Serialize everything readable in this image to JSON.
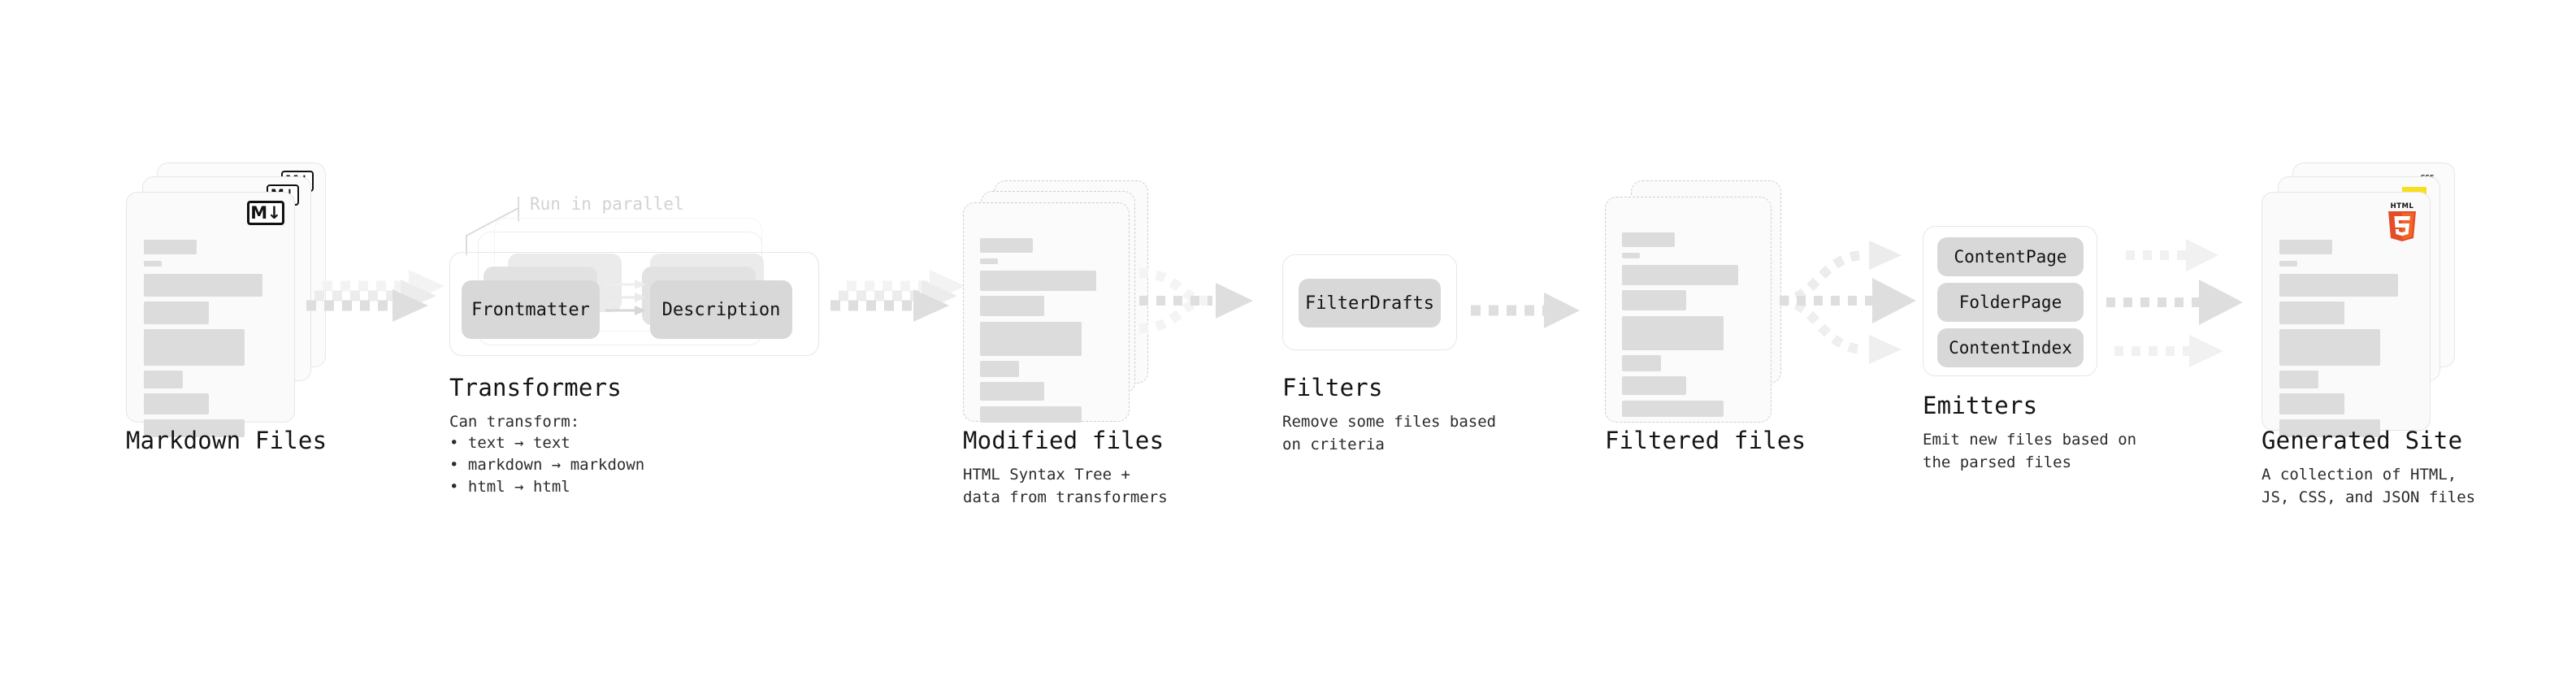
{
  "diagram": {
    "title": "Quartz content processing pipeline",
    "accent_colors": {
      "html5_orange": "#E44D26",
      "html5_orange_light": "#F16529",
      "css_blue": "#264DE4",
      "js_yellow": "#F7DF1E",
      "skeleton_gray": "#DCDCDC",
      "pill_gray": "#D8D8D8",
      "card_border": "#E6E6E6",
      "arrow_gray": "#D9D9D9"
    }
  },
  "stages": [
    {
      "id": "markdown-files",
      "title": "Markdown Files",
      "subtitle": "",
      "badge": "M↓",
      "badge_name": "markdown-icon",
      "card_count": 3,
      "card_style": "solid"
    },
    {
      "id": "transformers",
      "title": "Transformers",
      "subtitle": "Can transform:",
      "note": "Run in parallel",
      "plugins": [
        "Frontmatter",
        "Description"
      ],
      "bullets": [
        "text → text",
        "markdown → markdown",
        "html → html"
      ],
      "card_count": 3
    },
    {
      "id": "modified-files",
      "title": "Modified files",
      "subtitle": "HTML Syntax Tree +\ndata from transformers",
      "card_count": 3,
      "card_style": "dashed"
    },
    {
      "id": "filters",
      "title": "Filters",
      "subtitle": "Remove some files based\non criteria",
      "plugins": [
        "FilterDrafts"
      ],
      "card_count": 1
    },
    {
      "id": "filtered-files",
      "title": "Filtered files",
      "subtitle": "",
      "card_count": 2,
      "card_style": "dashed"
    },
    {
      "id": "emitters",
      "title": "Emitters",
      "subtitle": "Emit new files based on\nthe parsed files",
      "plugins": [
        "ContentPage",
        "FolderPage",
        "ContentIndex"
      ],
      "card_count": 1
    },
    {
      "id": "generated-site",
      "title": "Generated Site",
      "subtitle": "A collection of HTML,\nJS, CSS, and JSON files",
      "badge": "HTML5",
      "badge_name": "html5-icon",
      "secondary_badges": [
        "css3-icon",
        "javascript-icon"
      ],
      "card_count": 3,
      "card_style": "solid"
    }
  ],
  "connectors": [
    {
      "id": "md-to-transformers",
      "style": "dashed-stacked",
      "branches": 3
    },
    {
      "id": "transformers-to-modified",
      "style": "dashed-stacked",
      "branches": 3
    },
    {
      "id": "modified-to-filters",
      "style": "dashed-merge",
      "branches": 3
    },
    {
      "id": "filters-to-filtered",
      "style": "dashed-single",
      "branches": 1
    },
    {
      "id": "filtered-to-emitters",
      "style": "dashed-fanout",
      "branches": 3
    },
    {
      "id": "emitters-to-site",
      "style": "dashed-parallel",
      "branches": 3
    }
  ]
}
